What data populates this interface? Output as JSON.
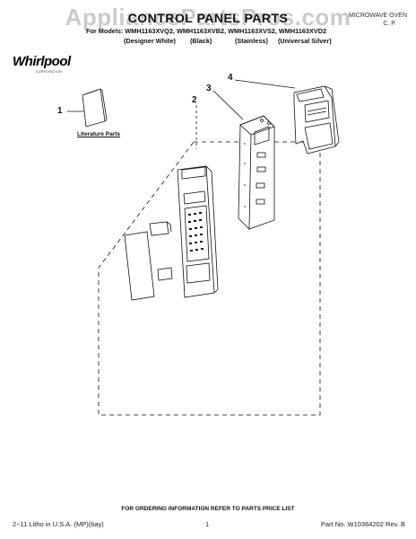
{
  "header": {
    "watermark": "AppliancePartsPros.com",
    "title": "CONTROL PANEL PARTS",
    "type_line": "MICROWAVE OVEN",
    "page_label": "C. P.",
    "models": "For Models: WMH1163XVQ2, WMH1163XVB2, WMH1163XVS2, WMH1163XVD2",
    "colors": [
      "(Designer White)",
      "(Black)",
      "(Stainless)",
      "(Universal Silver)"
    ]
  },
  "brand": {
    "name": "Whirlpool",
    "sub": "CORPORATION"
  },
  "diagram": {
    "callouts": [
      "1",
      "2",
      "3",
      "4"
    ],
    "literature_label": "Literature Parts"
  },
  "footer": {
    "ordering_note": "FOR ORDERING INFORMATION REFER TO PARTS PRICE LIST",
    "litho": "2−11 Litho in U.S.A. (MP)(bay)",
    "page_number": "1",
    "part_number": "Part No. W10364202 Rev. B"
  },
  "colors": {
    "ink": "#111111",
    "watermark": "#a0a0a0"
  }
}
